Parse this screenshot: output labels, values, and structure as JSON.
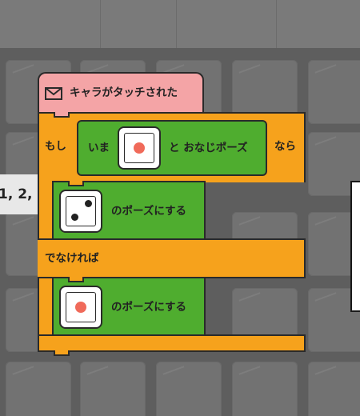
{
  "background_label": "1, 2,",
  "event_block": {
    "label": "キャラがタッチされた",
    "icon": "envelope-icon"
  },
  "if_block": {
    "prefix": "もし",
    "suffix": "なら"
  },
  "condition_block": {
    "prefix": "いま",
    "suffix": "と おなじポーズ",
    "pose": "one-pip"
  },
  "then_action": {
    "label": "のポーズにする",
    "pose": "two-pip"
  },
  "else_label": "でなければ",
  "else_action": {
    "label": "のポーズにする",
    "pose": "one-pip"
  },
  "colors": {
    "event": "#f4a4a6",
    "control": "#f6a21c",
    "action": "#4fad2f",
    "pip_red": "#f06a5a",
    "pip_black": "#222222"
  }
}
